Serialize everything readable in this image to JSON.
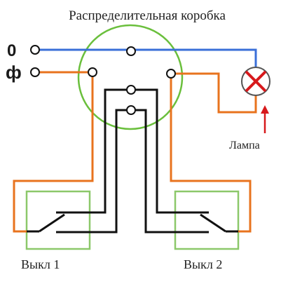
{
  "title": "Распределительная коробка",
  "labels": {
    "neutral": "0",
    "phase": "ф",
    "lamp": "Лампа",
    "switch1": "Выкл 1",
    "switch2": "Выкл 2"
  },
  "icons": {
    "lamp": "lamp-cross-icon",
    "arrow": "up-arrow-icon"
  },
  "colors": {
    "neutral_wire": "#3a6fd8",
    "phase_wire": "#e8731e",
    "traveler_wire": "#111111",
    "junction_box": "#6abf3c",
    "switch_box": "#8cc86a",
    "lamp_cross": "#d7191c",
    "arrow": "#d7191c",
    "terminal": "#ffffff"
  }
}
